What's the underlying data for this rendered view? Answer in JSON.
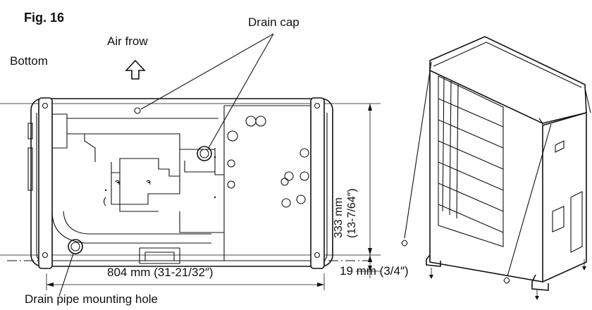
{
  "figure": {
    "title": "Fig. 16",
    "view_label": "Bottom",
    "airflow_label": "Air frow",
    "drain_cap_label": "Drain cap",
    "drain_pipe_label": "Drain pipe mounting hole"
  },
  "dimensions": {
    "width": "804 mm (31-21/32″)",
    "depth_mm": "333 mm",
    "depth_in": "(13-7/64″)",
    "offset": "19 mm (3/4″)"
  },
  "colors": {
    "line": "#111111",
    "background": "#ffffff"
  },
  "icons": [
    "up-arrow-icon"
  ]
}
